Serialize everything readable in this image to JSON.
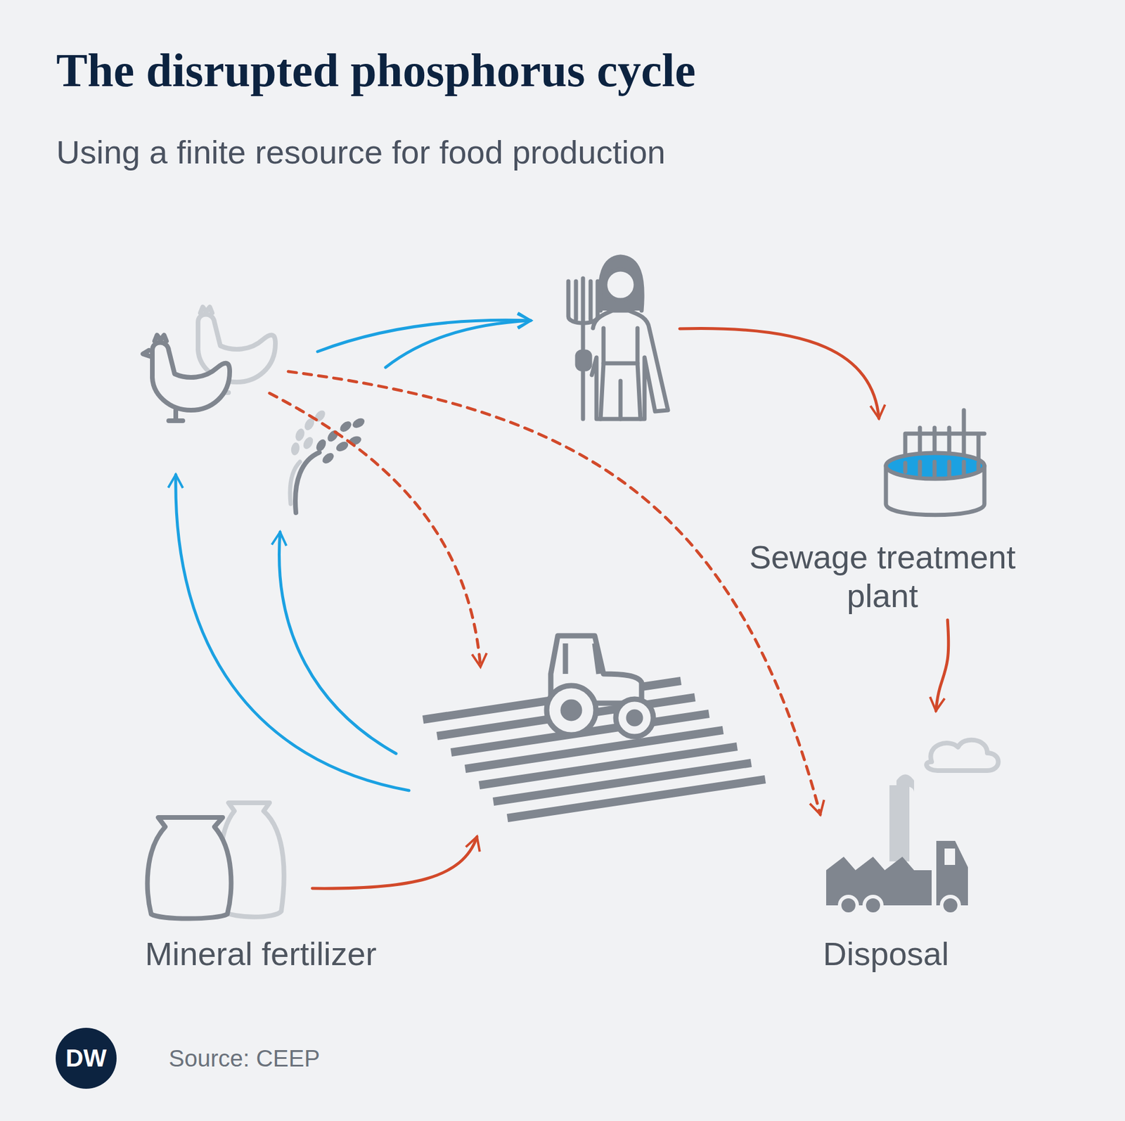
{
  "diagram": {
    "title": "The disrupted phosphorus cycle",
    "nodes": [
      {
        "text": [
          "Sewage treatment plant"
        ]
      },
      {
        "text": [
          "Mineral fertilizer"
        ]
      },
      {
        "text": [
          "Disposal"
        ]
      }
    ],
    "edges": [
      {
        "from": 0,
        "to": 2,
        "arrow": "to"
      }
    ],
    "labels": [
      "Using a finite resource for food production",
      "DW",
      "Source: CEEP"
    ]
  }
}
